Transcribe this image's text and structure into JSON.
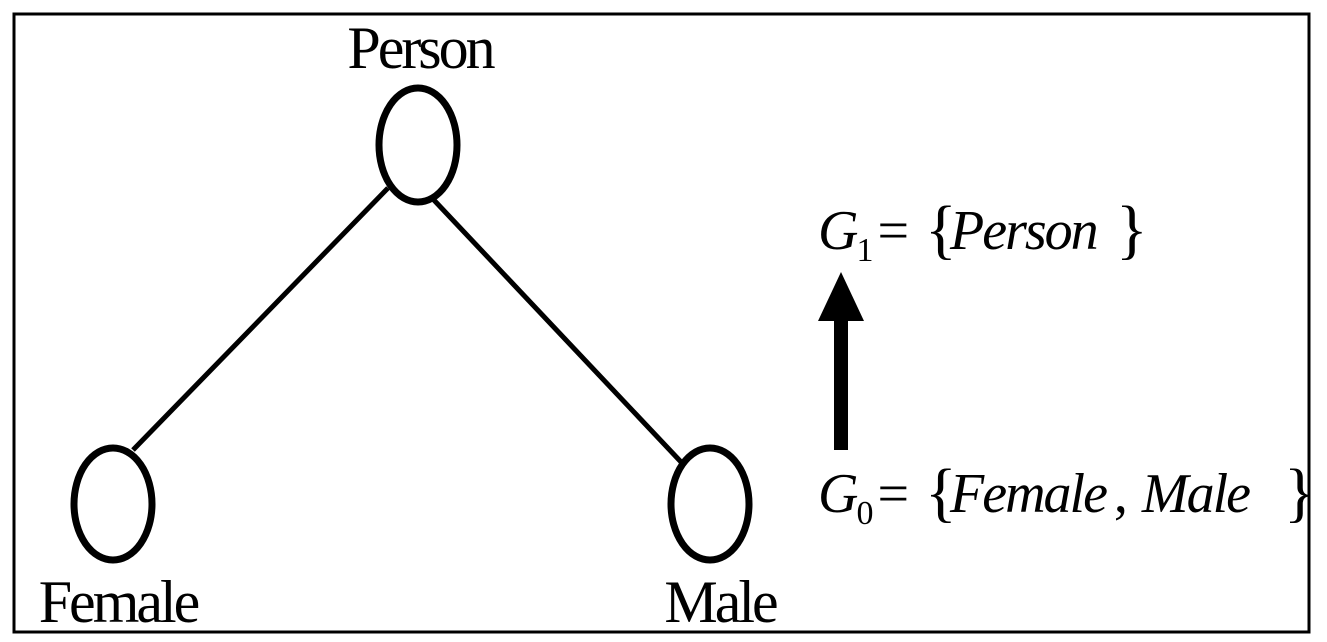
{
  "nodes": {
    "person": {
      "label": "Person"
    },
    "female": {
      "label": "Female"
    },
    "male": {
      "label": "Male"
    }
  },
  "formulas": {
    "g1": {
      "symbol": "G",
      "subscript": "1",
      "equals": "=",
      "open_brace": "{",
      "members": "Person",
      "close_brace": "}"
    },
    "g0": {
      "symbol": "G",
      "subscript": "0",
      "equals": "=",
      "open_brace": "{",
      "member_1": "Female",
      "separator": ",",
      "member_2": "Male",
      "close_brace": "}"
    }
  },
  "colors": {
    "stroke": "#000000",
    "background": "#ffffff"
  }
}
